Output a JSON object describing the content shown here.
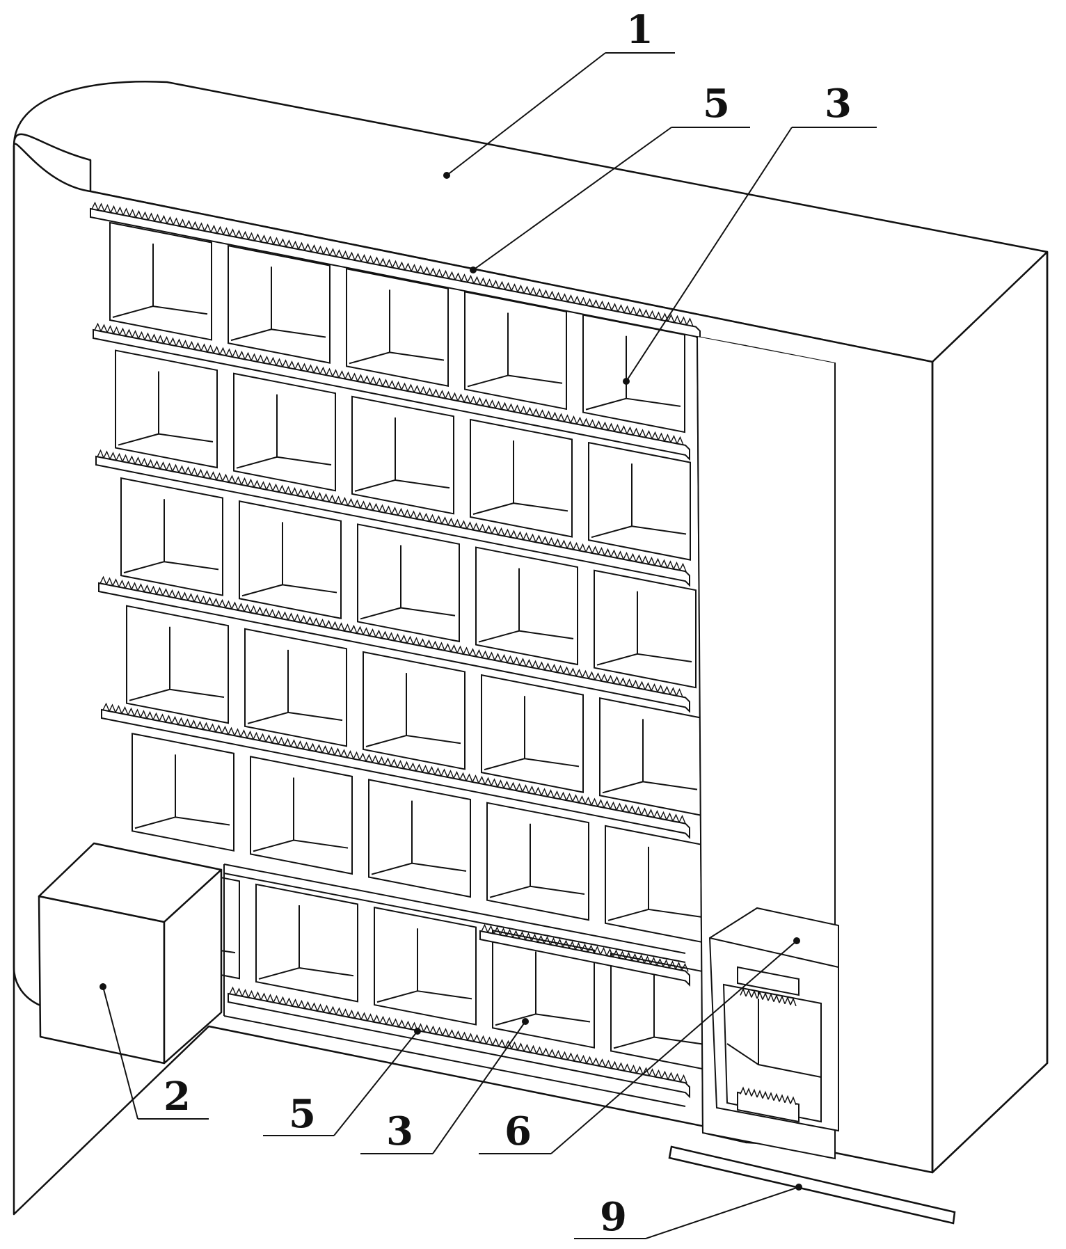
{
  "reference_numerals": {
    "top_body": "1",
    "left_box": "2",
    "compartment_upper": "3",
    "compartment_lower": "3",
    "rack_upper": "5",
    "rack_lower": "5",
    "lift_carriage": "6",
    "floor_bar": "9"
  },
  "grid": {
    "columns": 5,
    "rows": 6
  },
  "stroke_color": "#111111",
  "background_color": "#ffffff"
}
